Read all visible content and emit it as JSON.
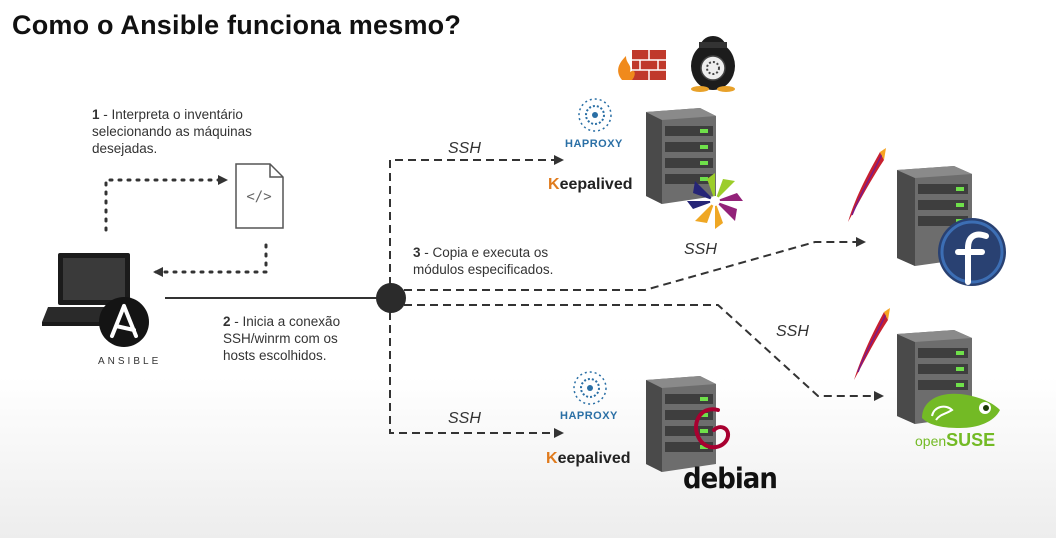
{
  "title": "Como o Ansible funciona mesmo?",
  "steps": {
    "step1": {
      "number": "1",
      "text": " - Interpreta o inventário selecionando as máquinas desejadas."
    },
    "step2": {
      "number": "2",
      "text": " - Inicia a conexão SSH/winrm com os hosts escolhidos."
    },
    "step3": {
      "number": "3",
      "text": " - Copia e executa os módulos especificados."
    }
  },
  "ssh_labels": [
    "SSH",
    "SSH",
    "SSH",
    "SSH"
  ],
  "ansible_label": "ANSIBLE",
  "haproxy_label": "HAPROXY",
  "keepalived_label": "Keepalived",
  "keepalived_first_letter": "K",
  "keepalived_rest": "eepalived",
  "debian_label": "debian",
  "opensuse": {
    "open": "open",
    "suse": "SUSE"
  },
  "icons": {
    "laptop": "laptop-icon",
    "ansible": "ansible-logo-icon",
    "code_file": "code-file-icon",
    "hub": "connection-hub-icon",
    "server": "server-icon",
    "firewall": "firewall-icon",
    "tux": "linux-tux-icon",
    "haproxy": "haproxy-logo-icon",
    "centos": "centos-logo-icon",
    "apache": "apache-feather-icon",
    "fedora": "fedora-logo-icon",
    "debian": "debian-swirl-icon",
    "opensuse": "opensuse-chameleon-icon"
  },
  "colors": {
    "arrow": "#333333",
    "keepalived_k": "#e07b1d",
    "haproxy": "#2a6fa5",
    "fedora": "#294172",
    "opensuse": "#73ba25",
    "debian": "#a80030"
  }
}
